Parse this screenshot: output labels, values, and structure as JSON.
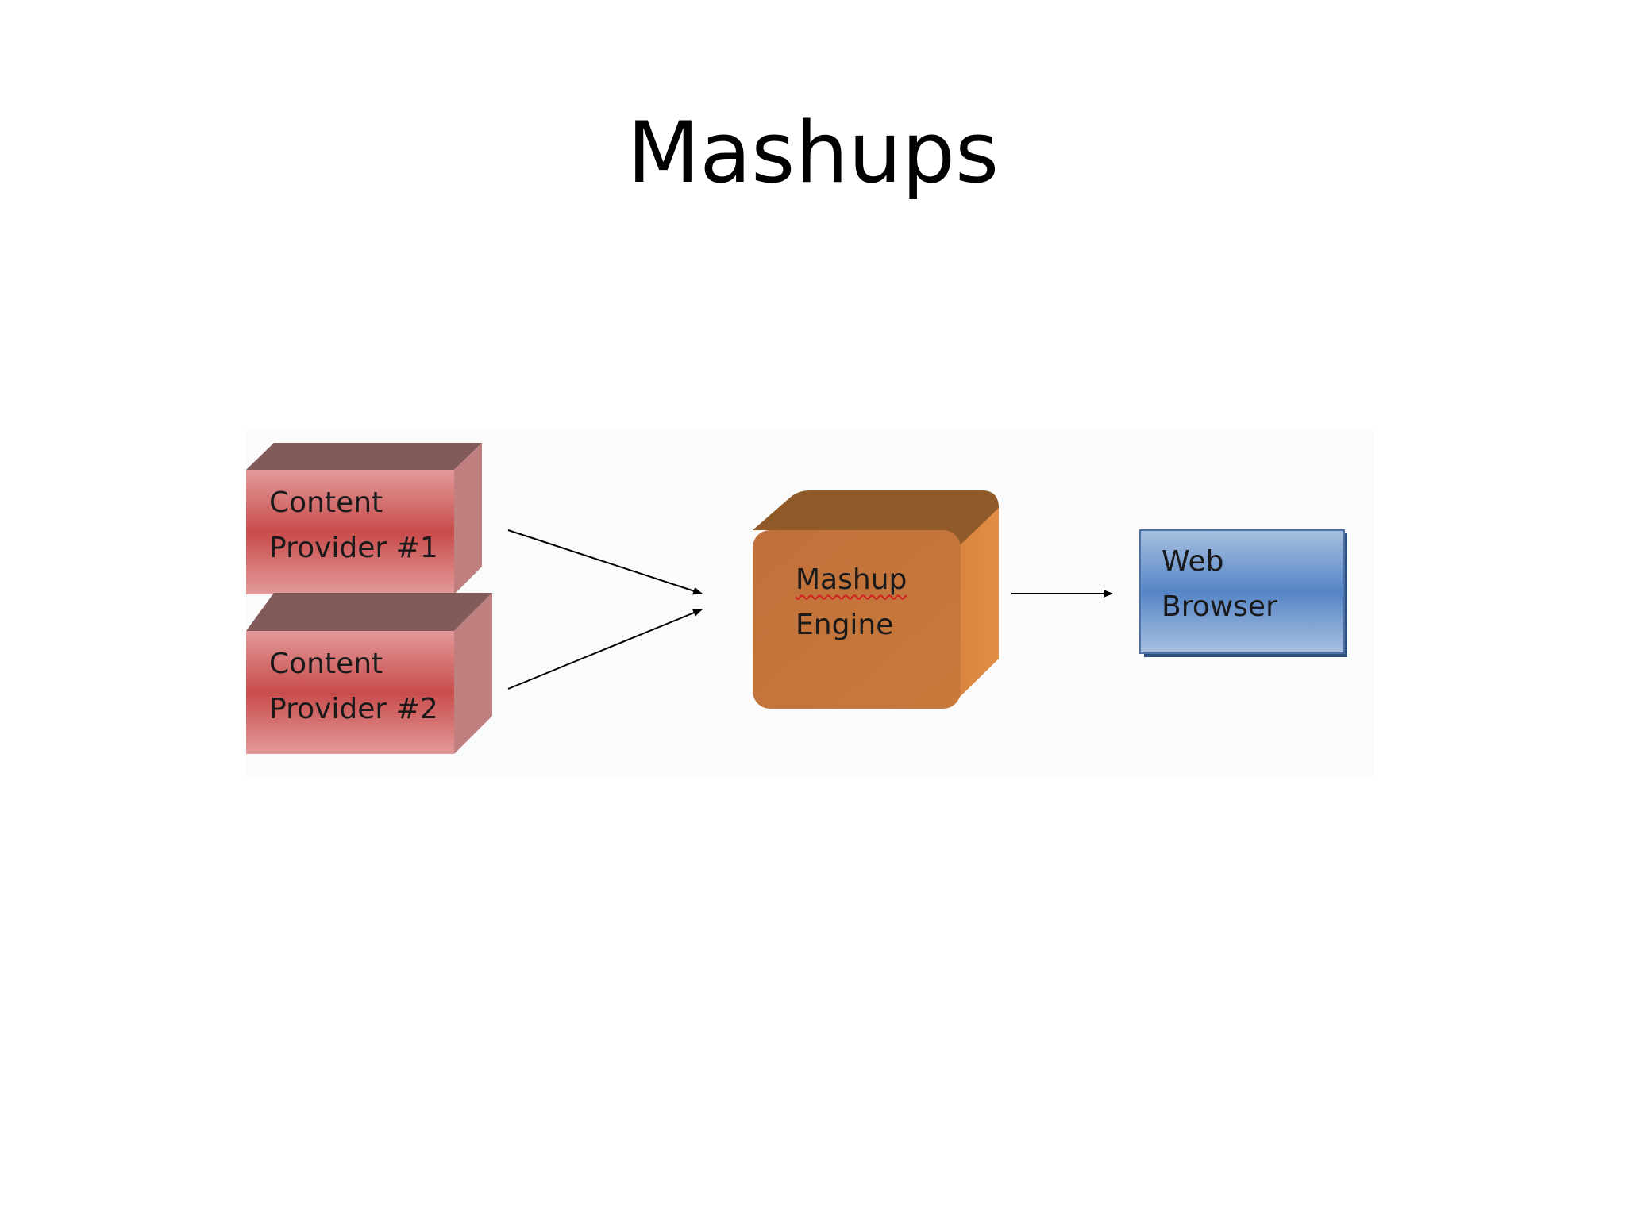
{
  "slide": {
    "title": "Mashups"
  },
  "diagram": {
    "nodes": [
      {
        "id": "provider1",
        "line1": "Content",
        "line2": "Provider #1",
        "color": "#c84a4a"
      },
      {
        "id": "provider2",
        "line1": "Content",
        "line2": "Provider #2",
        "color": "#c84a4a"
      },
      {
        "id": "engine",
        "line1": "Mashup",
        "line2": "Engine",
        "color": "#c8783a"
      },
      {
        "id": "browser",
        "line1": "Web",
        "line2": "Browser",
        "color": "#5b88c4"
      }
    ],
    "edges": [
      {
        "from": "provider1",
        "to": "engine"
      },
      {
        "from": "provider2",
        "to": "engine"
      },
      {
        "from": "engine",
        "to": "browser"
      }
    ]
  }
}
